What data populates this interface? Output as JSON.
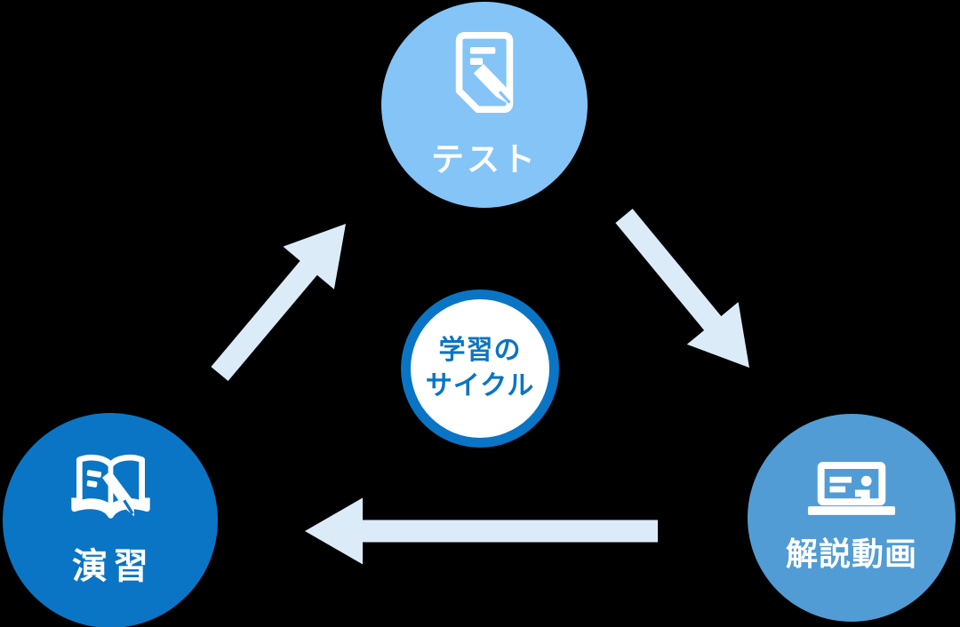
{
  "diagram": {
    "name": "learning-cycle",
    "center": {
      "line1": "学習の",
      "line2": "サイクル",
      "text_color": "#0A75C4",
      "background": "#FFFFFF",
      "border_color": "#0A75C4"
    },
    "nodes": [
      {
        "id": "test",
        "label": "テスト",
        "icon": "document-pen-icon",
        "color": "#84C4F7",
        "text_color": "#FFFFFF"
      },
      {
        "id": "practice",
        "label": "演習",
        "icon": "book-pen-icon",
        "color": "#0A75C4",
        "text_color": "#FFFFFF"
      },
      {
        "id": "video",
        "label": "解説動画",
        "icon": "screen-presenter-icon",
        "color": "#519CD4",
        "text_color": "#FFFFFF"
      }
    ],
    "arrows": [
      {
        "from": "practice",
        "to": "test"
      },
      {
        "from": "test",
        "to": "video"
      },
      {
        "from": "video",
        "to": "practice"
      }
    ],
    "colors": {
      "arrow": "#DCEBF8",
      "background": "#000000"
    }
  }
}
